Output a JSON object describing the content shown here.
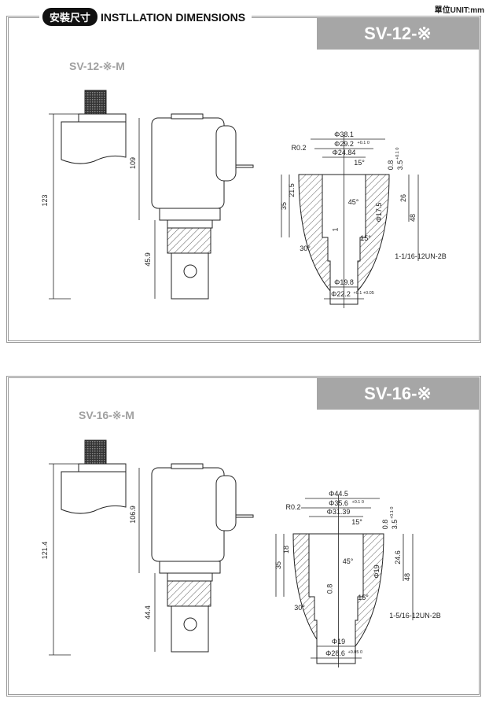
{
  "unit_label": "單位UNIT:mm",
  "section_badge": "安裝尺寸",
  "section_title": "INSTLLATION DIMENSIONS",
  "panels": [
    {
      "model": "SV-12-※",
      "manual_variant": "SV-12-※-M",
      "dims": {
        "manual_height": "123",
        "coil_height": "109",
        "body_length": "45.9",
        "d1": "Φ38.1",
        "d2": "Φ29.2",
        "d2_tol": "+0.1 0",
        "d3": "Φ24.84",
        "r": "R0.2",
        "a15a": "15°",
        "c08": "0.8",
        "c35": "3.5",
        "c35_tol": "+0.1 0",
        "h215": "21.5",
        "h35": "35",
        "a45": "45°",
        "h26": "26",
        "h48": "48",
        "d4": "Φ17.5",
        "c1": "1",
        "a15b": "15°",
        "a30": "30°",
        "thread": "1-1/16-12UN-2B",
        "d5": "Φ19.8",
        "d6": "Φ22.2",
        "d6_tol": "+0.1 +0.05"
      }
    },
    {
      "model": "SV-16-※",
      "manual_variant": "SV-16-※-M",
      "dims": {
        "manual_height": "121.4",
        "coil_height": "106.9",
        "body_length": "44.4",
        "d1": "Φ44.5",
        "d2": "Φ35.6",
        "d2_tol": "+0.1 0",
        "d3": "Φ31.39",
        "r": "R0.2",
        "a15a": "15°",
        "c08": "0.8",
        "c35": "3.5",
        "c35_tol": "+0.1 0",
        "h215": "18",
        "h35": "35",
        "a45": "45°",
        "h26": "24.6",
        "h48": "48",
        "d4": "Φ19",
        "c1": "0.8",
        "a15b": "15°",
        "a30": "30°",
        "thread": "1-5/16-12UN-2B",
        "d5": "Φ19",
        "d6": "Φ28.6",
        "d6_tol": "+0.05 0"
      }
    }
  ]
}
